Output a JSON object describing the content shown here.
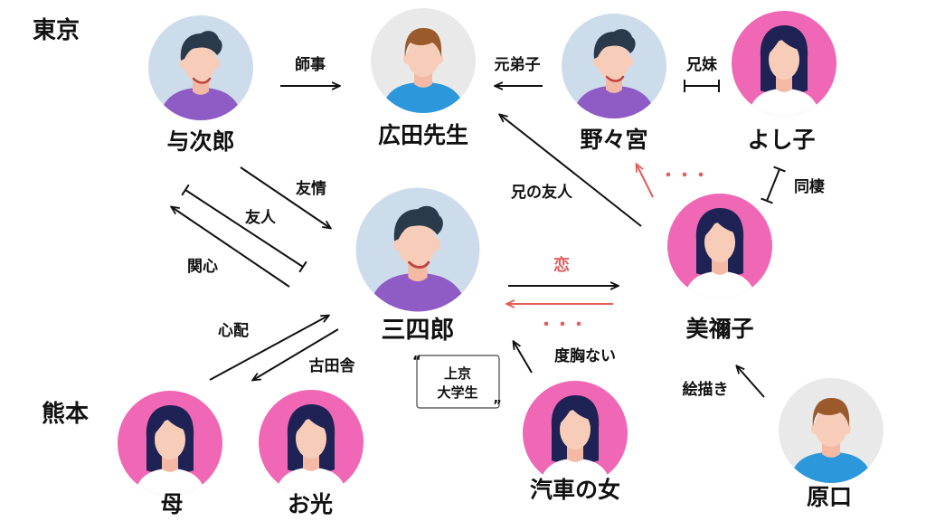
{
  "colors": {
    "male_bg": "#cddceb",
    "female_bg": "#ef67b5",
    "neutral_bg": "#e9e9e9",
    "purple_shirt": "#8f5bc4",
    "blue_shirt": "#2d97db",
    "skin": "#f7cdb9",
    "dark_hair": "#2b3a4a",
    "brown_hair": "#9a5a2c",
    "female_hair": "#1f2254",
    "accent_red": "#e35d5b"
  },
  "regions": {
    "tokyo": "東京",
    "kumamoto": "熊本"
  },
  "people": {
    "yojiro": {
      "name": "与次郎",
      "icon": "man-purple-shirt-icon"
    },
    "hirota": {
      "name": "広田先生",
      "icon": "man-blue-shirt-icon"
    },
    "nonomiya": {
      "name": "野々宮",
      "icon": "man-purple-shirt-icon"
    },
    "yoshiko": {
      "name": "よし子",
      "icon": "woman-icon"
    },
    "sanshiro": {
      "name": "三四郎",
      "icon": "man-purple-shirt-icon"
    },
    "mineko": {
      "name": "美禰子",
      "icon": "woman-icon"
    },
    "haha": {
      "name": "母",
      "icon": "woman-icon"
    },
    "omitsu": {
      "name": "お光",
      "icon": "woman-icon"
    },
    "kisha_onna": {
      "name": "汽車の女",
      "icon": "woman-icon"
    },
    "haraguchi": {
      "name": "原口",
      "icon": "man-blue-shirt-icon"
    }
  },
  "relations": {
    "shiji": "師事",
    "motodeshi": "元弟子",
    "kyomai": "兄妹",
    "yujo": "友情",
    "yujin": "友人",
    "kanshin": "関心",
    "ani_no_yujin": "兄の友人",
    "dosei": "同棲",
    "koi": "恋",
    "ellipsis_mineko_sanshiro": "・・・",
    "ellipsis_mineko_nonomiya": "・・・",
    "shinpai": "心配",
    "furutasha": "古田舎",
    "dokyonai": "度胸ない",
    "ekaki": "絵描き"
  },
  "note": {
    "line1": "上京",
    "line2": "大学生",
    "open_quote": "“",
    "close_quote": "”"
  }
}
